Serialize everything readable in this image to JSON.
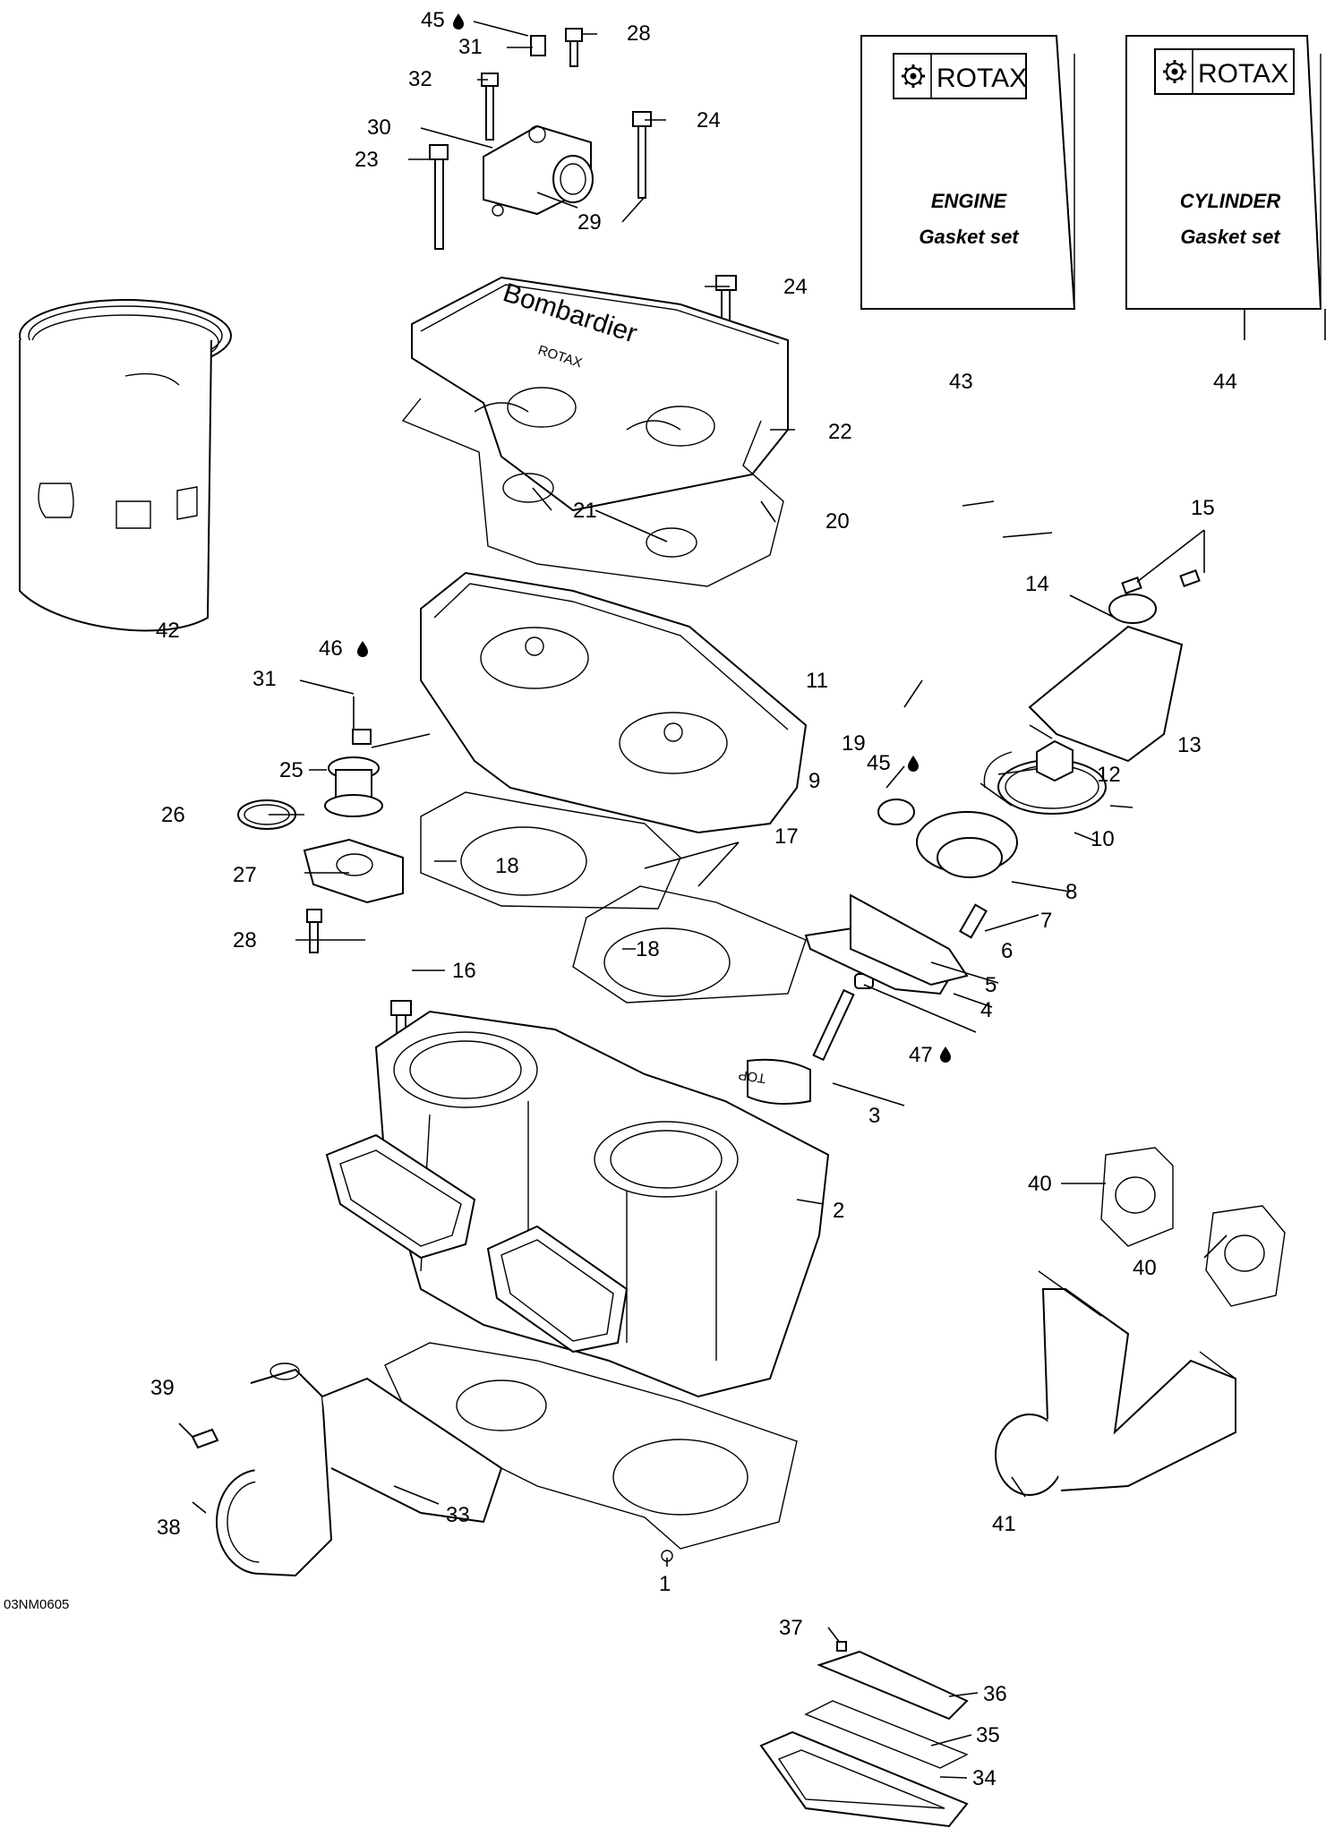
{
  "figure_code": "03NM0605",
  "callouts": [
    "1",
    "2",
    "3",
    "4",
    "5",
    "6",
    "7",
    "8",
    "9",
    "10",
    "11",
    "12",
    "13",
    "14",
    "15",
    "16",
    "17",
    "18",
    "19",
    "20",
    "21",
    "22",
    "23",
    "24",
    "25",
    "26",
    "27",
    "28",
    "29",
    "30",
    "31",
    "32",
    "33",
    "34",
    "35",
    "36",
    "37",
    "38",
    "39",
    "40",
    "41",
    "42",
    "43",
    "44",
    "45",
    "46",
    "47"
  ],
  "lube_marker_callouts": [
    "45",
    "46",
    "47"
  ],
  "booklets": [
    {
      "brand": "ROTAX",
      "title": "ENGINE",
      "subtitle": "Gasket set",
      "callout": "43"
    },
    {
      "brand": "ROTAX",
      "title": "CYLINDER",
      "subtitle": "Gasket set",
      "callout": "44"
    }
  ],
  "engraving": {
    "head_brand": "Bombardier",
    "head_sub": "ROTAX",
    "reed_tag": "TOP"
  },
  "icons": [
    "oil-drop-icon",
    "rotax-gear-logo"
  ]
}
